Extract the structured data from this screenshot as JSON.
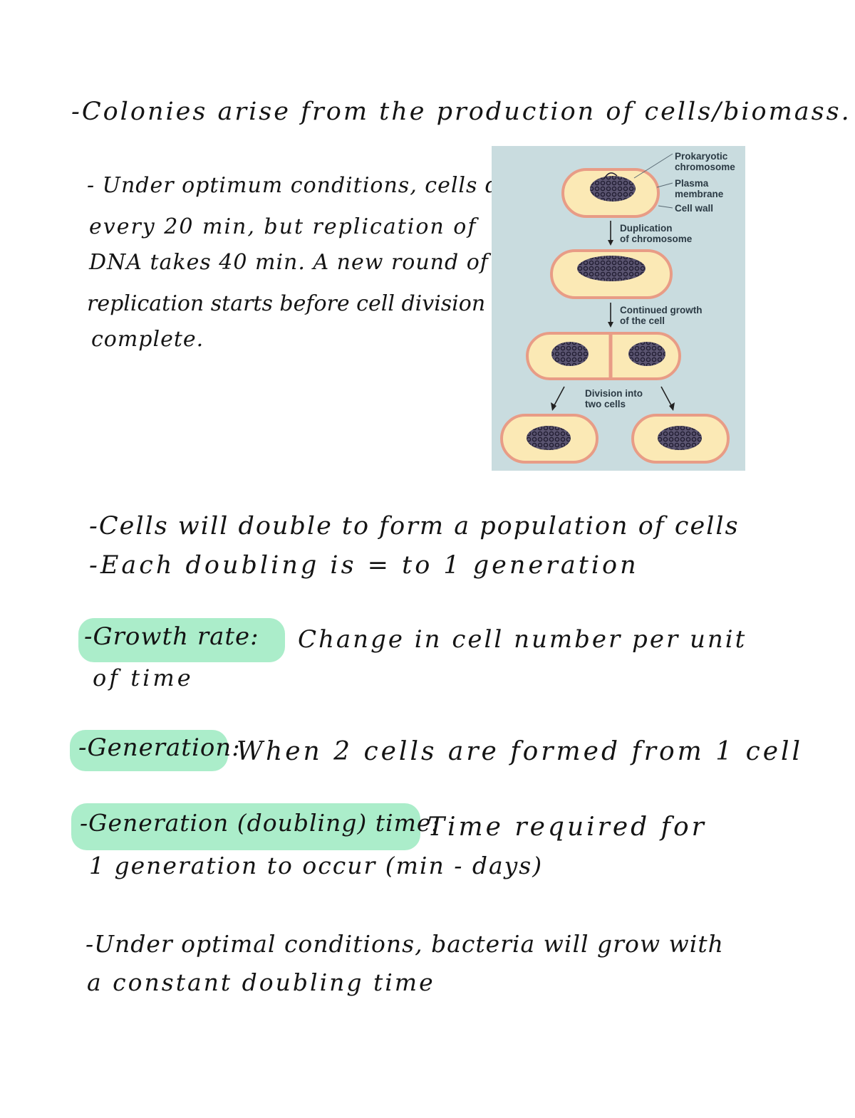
{
  "notes": {
    "line1": "-Colonies arise from the production of cells/biomass.",
    "p2_line1": "- Under optimum conditions, cells divide",
    "p2_line2": "every 20 min, but replication of",
    "p2_line3": "DNA takes 40 min. A new round of",
    "p2_line4": "replication starts before cell division is",
    "p2_line5": "complete.",
    "p3_line1": "-Cells will double to form a population of cells",
    "p3_line2": "-Each doubling is = to 1 generation",
    "growth_term": "-Growth rate:",
    "growth_def1": "Change in cell number per unit",
    "growth_def2": "of time",
    "gen_term": "-Generation:",
    "gen_def": "When 2 cells are formed from 1 cell",
    "gentime_term": "-Generation (doubling) time:",
    "gentime_def1": "Time required for",
    "gentime_def2": "1 generation to occur (min - days)",
    "p_last1": "-Under optimal conditions, bacteria will grow with",
    "p_last2": "a constant doubling time"
  },
  "figure": {
    "label_chromosome": "Prokaryotic chromosome",
    "label_plasma_1": "Plasma",
    "label_plasma_2": "membrane",
    "label_cellwall": "Cell wall",
    "step1_1": "Duplication",
    "step1_2": "of chromosome",
    "step2_1": "Continued growth",
    "step2_2": "of the cell",
    "step3_1": "Division into",
    "step3_2": "two cells",
    "colors": {
      "background": "#c9dcdf",
      "cell_fill": "#fbe9b5",
      "cell_wall": "#e89c86",
      "chromosome": "#3a3550"
    }
  },
  "highlight_color": "#a6ecc7"
}
